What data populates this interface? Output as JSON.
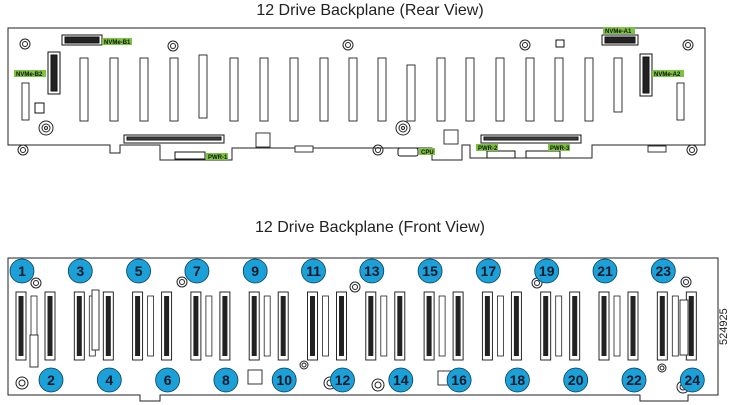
{
  "rear": {
    "title": "12 Drive Backplane (Rear View)",
    "labels": {
      "nvme_b1": "NVMe-B1",
      "nvme_b2": "NVMe-B2",
      "nvme_a1": "NVMe-A1",
      "nvme_a2": "NVMe-A2",
      "pwr1": "PWR-1",
      "pwr2": "PWR-2",
      "pwr3": "PWR-3",
      "cpu": "CPU"
    }
  },
  "front": {
    "title": "12 Drive Backplane (Front View)",
    "bays_top": [
      "1",
      "3",
      "5",
      "7",
      "9",
      "11",
      "13",
      "15",
      "17",
      "19",
      "21",
      "23"
    ],
    "bays_bottom": [
      "2",
      "4",
      "6",
      "8",
      "10",
      "12",
      "14",
      "16",
      "18",
      "20",
      "22",
      "24"
    ]
  },
  "figure_code": "524925",
  "colors": {
    "badge": "#1ba0d8",
    "label_bg": "#7dc242"
  }
}
